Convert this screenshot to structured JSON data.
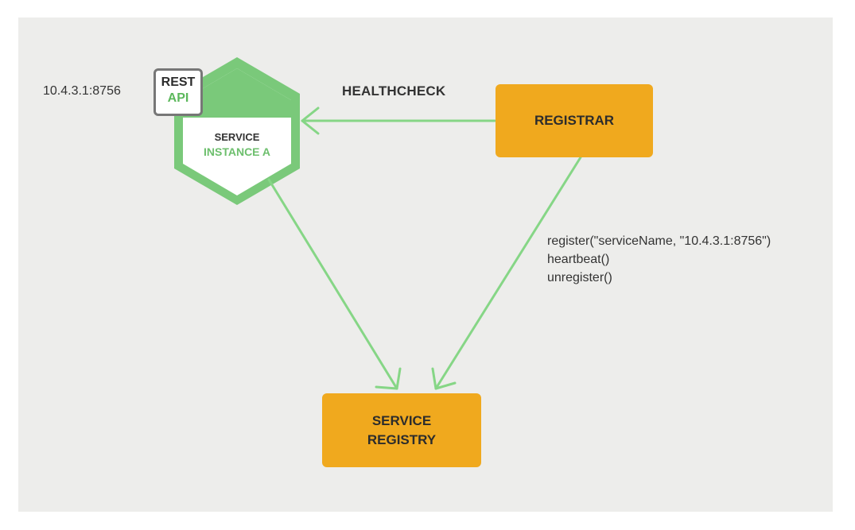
{
  "service_instance": {
    "address": "10.4.3.1:8756",
    "rest_api": {
      "line1": "REST",
      "line2": "API"
    },
    "label_line1": "SERVICE",
    "label_line2": "INSTANCE A"
  },
  "healthcheck_label": "HEALTHCHECK",
  "registrar": {
    "label": "REGISTRAR"
  },
  "service_registry": {
    "line1": "SERVICE",
    "line2": "REGISTRY"
  },
  "registrar_calls": [
    "register(\"serviceName, \"10.4.3.1:8756\")",
    "heartbeat()",
    "unregister()"
  ],
  "colors": {
    "background": "#ededeb",
    "orange": "#f0a91e",
    "green_arrow": "#86d686",
    "green_hex": "#7ac97a"
  }
}
